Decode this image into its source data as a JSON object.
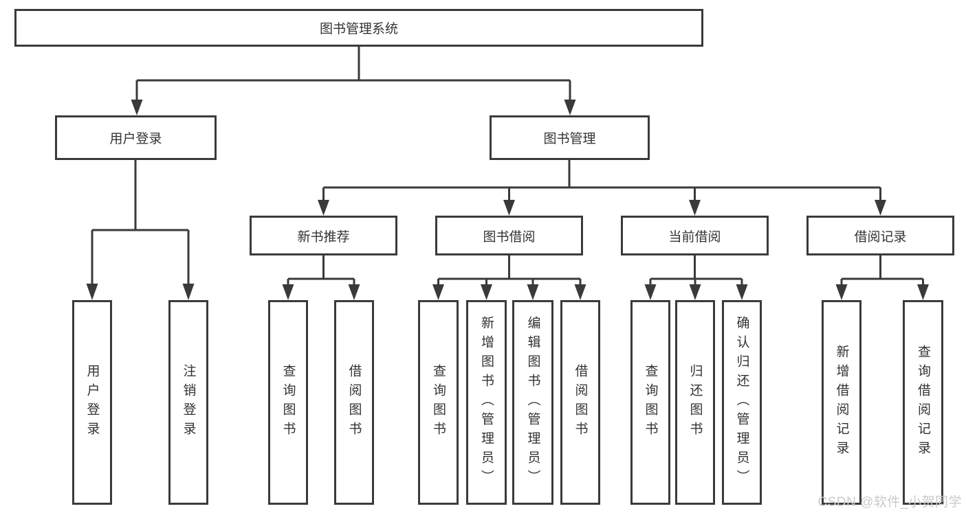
{
  "colors": {
    "background": "#ffffff",
    "line": "#3a3a3a",
    "box_border": "#3a3a3a",
    "box_fill": "#ffffff",
    "text": "#333333",
    "watermark": "#c9cacd"
  },
  "tree": {
    "root": {
      "label": "图书管理系统"
    },
    "level1": [
      {
        "label": "用户登录",
        "parent": "图书管理系统"
      },
      {
        "label": "图书管理",
        "parent": "图书管理系统"
      }
    ],
    "level2": [
      {
        "label": "新书推荐",
        "parent": "图书管理"
      },
      {
        "label": "图书借阅",
        "parent": "图书管理"
      },
      {
        "label": "当前借阅",
        "parent": "图书管理"
      },
      {
        "label": "借阅记录",
        "parent": "图书管理"
      }
    ],
    "leaves": [
      {
        "label": "用户登录",
        "parent": "用户登录"
      },
      {
        "label": "注销登录",
        "parent": "用户登录"
      },
      {
        "label": "查询图书",
        "parent": "新书推荐"
      },
      {
        "label": "借阅图书",
        "parent": "新书推荐"
      },
      {
        "label": "查询图书",
        "parent": "图书借阅"
      },
      {
        "label": "新增图书（管理员）",
        "parent": "图书借阅"
      },
      {
        "label": "编辑图书（管理员）",
        "parent": "图书借阅"
      },
      {
        "label": "借阅图书",
        "parent": "图书借阅"
      },
      {
        "label": "查询图书",
        "parent": "当前借阅"
      },
      {
        "label": "归还图书",
        "parent": "当前借阅"
      },
      {
        "label": "确认归还（管理员）",
        "parent": "当前借阅"
      },
      {
        "label": "新增借阅记录",
        "parent": "借阅记录"
      },
      {
        "label": "查询借阅记录",
        "parent": "借阅记录"
      }
    ]
  },
  "watermark": {
    "text": "CSDN @软件_小贺同学"
  }
}
